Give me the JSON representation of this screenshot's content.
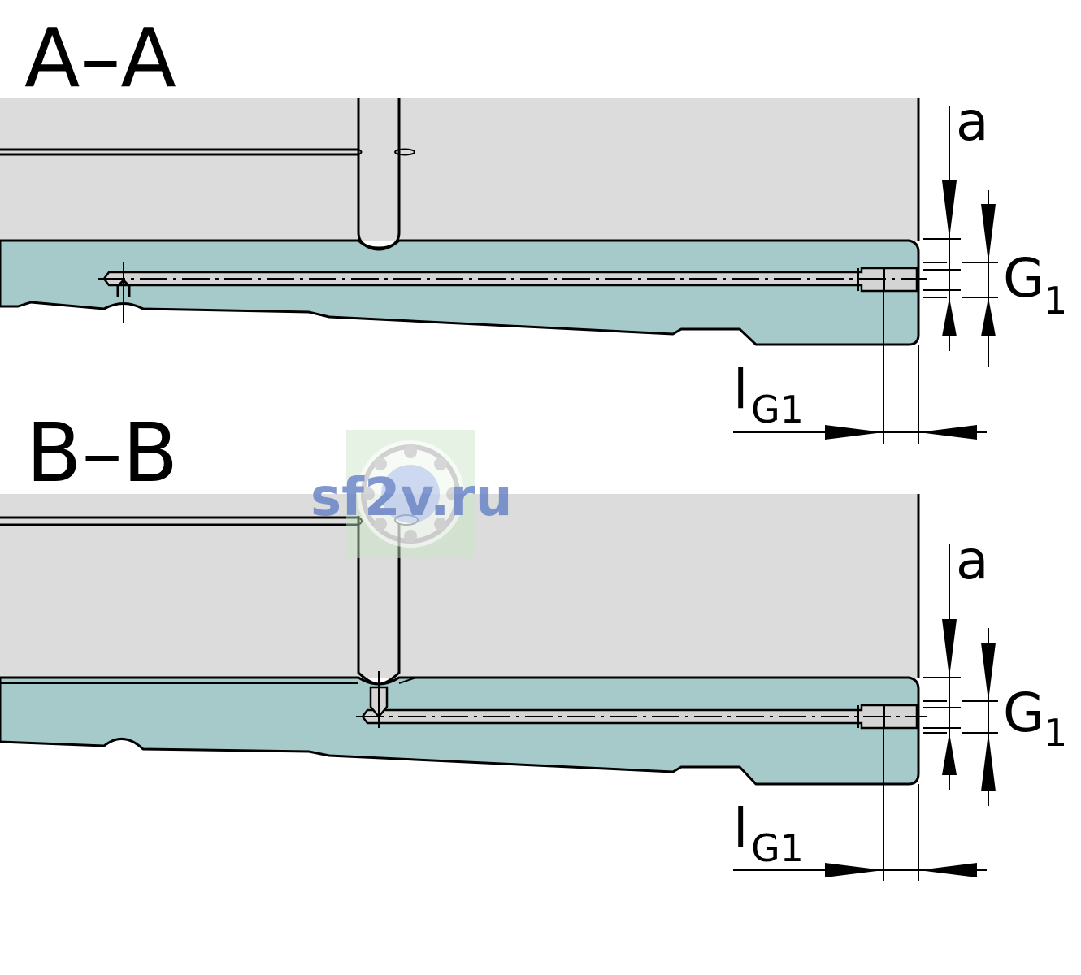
{
  "sections": [
    {
      "id": "A-A",
      "title": "A–A",
      "dim_a": "a",
      "dim_g_main": "G",
      "dim_g_sub": "1",
      "dim_l_main": "l",
      "dim_l_sub": "G1"
    },
    {
      "id": "B-B",
      "title": "B–B",
      "dim_a": "a",
      "dim_g_main": "G",
      "dim_g_sub": "1",
      "dim_l_main": "l",
      "dim_l_sub": "G1"
    }
  ],
  "watermark": {
    "text": "sf2v.ru"
  },
  "colors": {
    "carriage": "#dcdcdc",
    "rail": "#a6cac9",
    "bore": "#d4d4d4",
    "outline": "#000000",
    "watermark": "#6b85c8"
  }
}
